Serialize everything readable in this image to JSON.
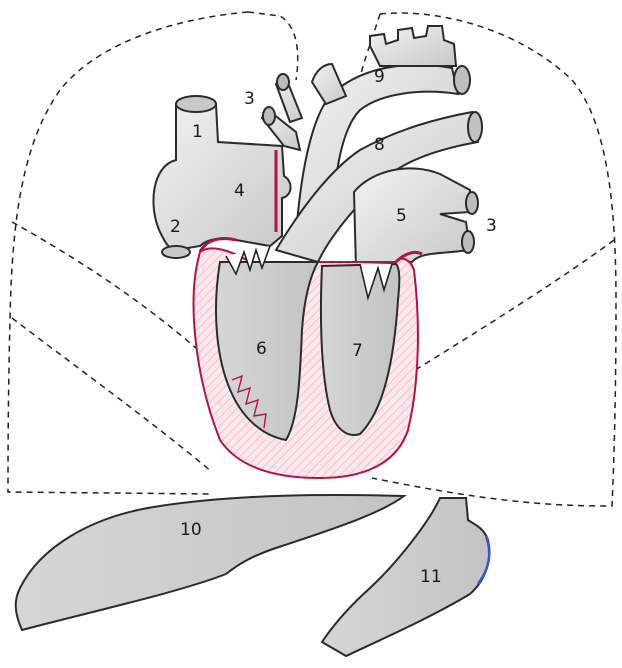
{
  "labels": {
    "superior_vena_cava": "1",
    "inferior_vena_cava": "2",
    "pulmonary_veins_left": "3",
    "pulmonary_veins_right": "3",
    "right_atrium": "4",
    "left_atrium": "5",
    "right_ventricle": "6",
    "left_ventricle": "7",
    "pulmonary_trunk": "8",
    "aorta": "9",
    "liver": "10",
    "stomach": "11"
  },
  "colors": {
    "tissue_gray": "#c9c9c9",
    "light_gray": "#e6e6e6",
    "myocardium_pink": "#f6d6dd",
    "border_red": "#b0134a",
    "stomach_edge_blue": "#3a56c8"
  }
}
